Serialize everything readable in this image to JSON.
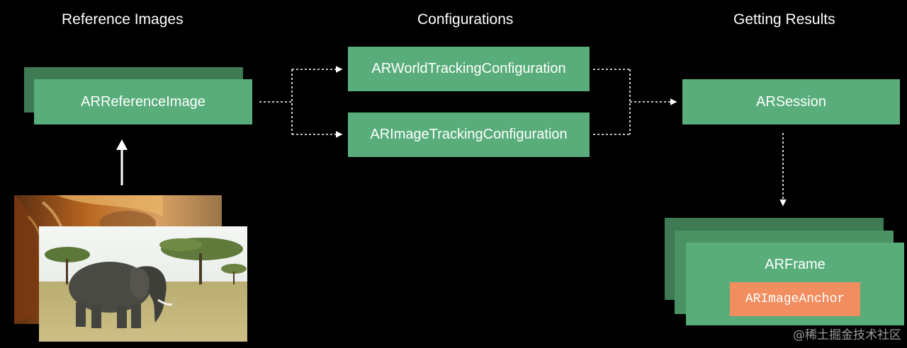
{
  "columns": {
    "reference": "Reference Images",
    "configurations": "Configurations",
    "results": "Getting Results"
  },
  "nodes": {
    "reference_image": "ARReferenceImage",
    "world_tracking": "ARWorldTrackingConfiguration",
    "image_tracking": "ARImageTrackingConfiguration",
    "session": "ARSession",
    "frame": "ARFrame",
    "image_anchor": "ARImageAnchor"
  },
  "colors": {
    "node": "#58ad7a",
    "node_shadow": "#3e7a53",
    "anchor": "#f28d5f",
    "background": "#000000"
  },
  "watermark": "@稀土掘金技术社区"
}
